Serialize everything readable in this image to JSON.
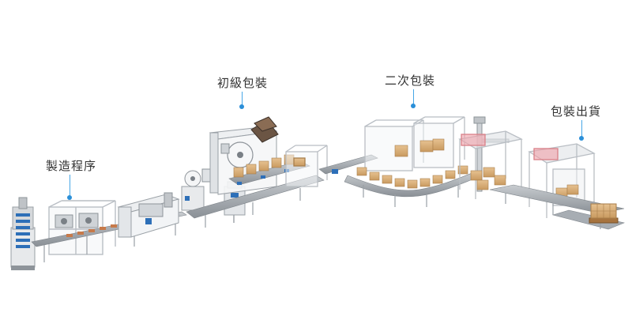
{
  "stages": [
    {
      "id": "manufacturing",
      "label": "製造程序"
    },
    {
      "id": "primary-packaging",
      "label": "初級包裝"
    },
    {
      "id": "secondary-packaging",
      "label": "二次包裝"
    },
    {
      "id": "shipping",
      "label": "包裝出貨"
    }
  ],
  "colors": {
    "accent": "#2b8fd8",
    "leader": "#46a6e6",
    "label": "#333333",
    "frame": "#b9bec4",
    "conveyor": "#8d949b",
    "box": "#d9b07a",
    "motor": "#2d6fb8"
  }
}
